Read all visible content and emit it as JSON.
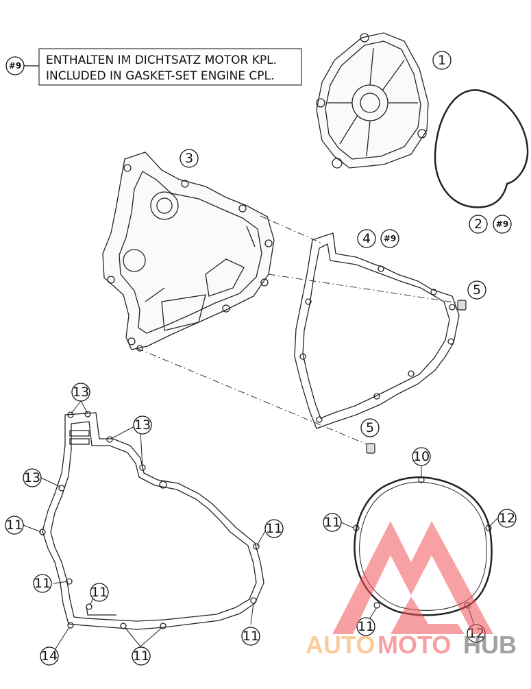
{
  "note": {
    "tag": "#9",
    "line1": "ENTHALTEN IM DICHTSATZ MOTOR KPL.",
    "line2": "INCLUDED IN GASKET-SET ENGINE CPL."
  },
  "callouts": {
    "c1": "1",
    "c2": "2",
    "c2_tag": "#9",
    "c3": "3",
    "c4": "4",
    "c4_tag": "#9",
    "c5a": "5",
    "c5b": "5",
    "c10": "10",
    "c11a": "11",
    "c11b": "11",
    "c11c": "11",
    "c11d": "11",
    "c11e": "11",
    "c11f": "11",
    "c11g": "11",
    "c11h": "11",
    "c12a": "12",
    "c12b": "12",
    "c13a": "13",
    "c13b": "13",
    "c13c": "13",
    "c14": "14"
  },
  "watermark": {
    "part1": "AUTO",
    "part2": "MOTO",
    "part3": "HUB",
    "colors": {
      "auto": "#f7a34a",
      "moto": "#f2545b",
      "hub": "#555555"
    }
  }
}
